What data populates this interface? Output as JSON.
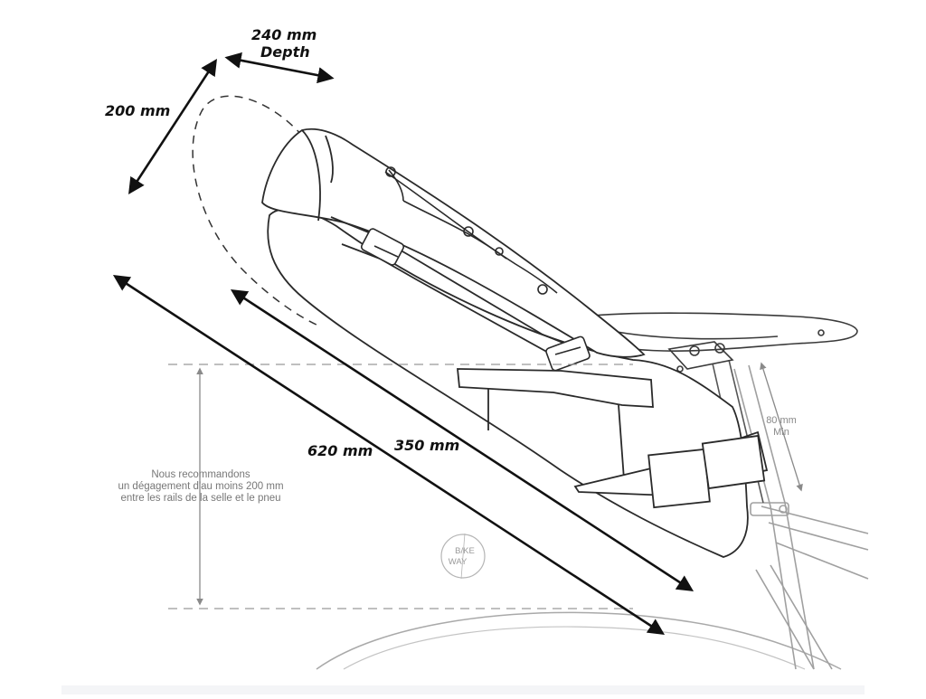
{
  "dimensions": {
    "depth_value": "240 mm",
    "depth_label": "Depth",
    "height": "200 mm",
    "total_length": "620 mm",
    "bag_length": "350 mm",
    "rail_clearance_value": "80 mm",
    "rail_clearance_label": "Min"
  },
  "recommendation": {
    "line1": "Nous recommandons",
    "line2": "un dégagement d'au moins 200 mm",
    "line3": "entre les rails de la selle et le pneu"
  },
  "logo": {
    "line1": "B/KE",
    "line2": "WAY"
  },
  "colors": {
    "ink": "#111111",
    "line": "#3a3a3a",
    "light_line": "#b5b5b5",
    "annotation_gray": "#8a8a8a"
  }
}
